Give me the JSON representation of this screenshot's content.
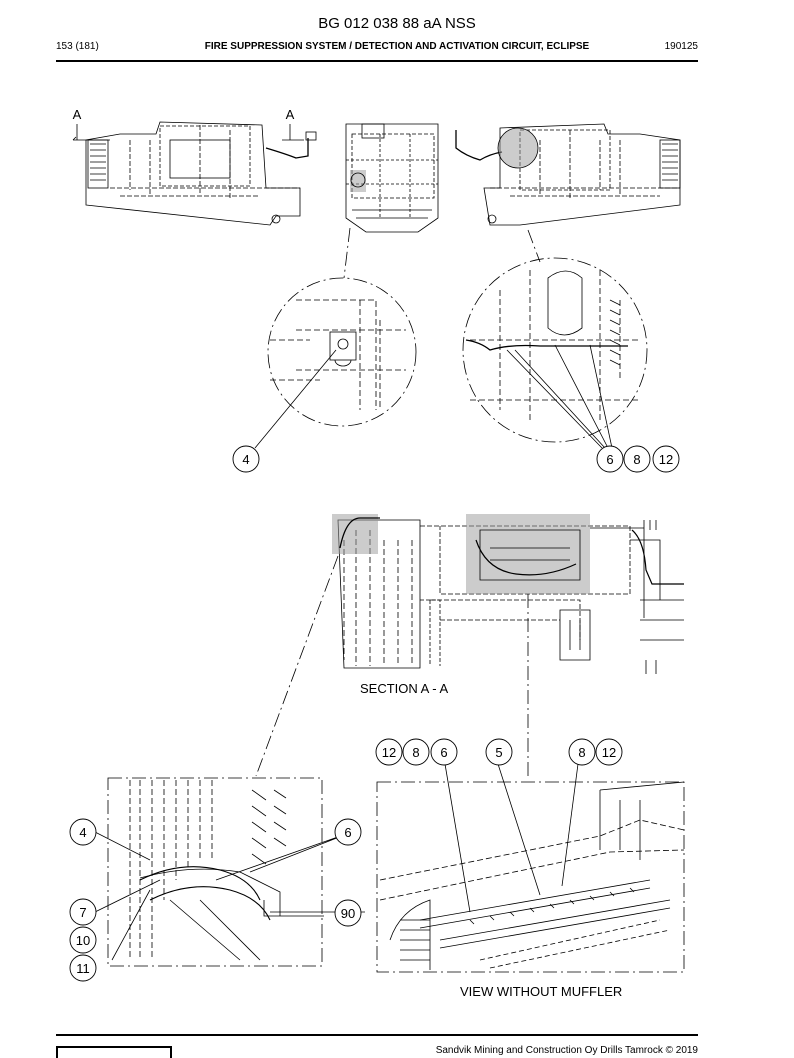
{
  "header": {
    "doc_id": "BG 012 038 88 aA NSS",
    "page": "153 (181)",
    "title": "FIRE SUPPRESSION SYSTEM / DETECTION AND ACTIVATION CIRCUIT, ECLIPSE",
    "date_code": "190125"
  },
  "section_marks": {
    "left": "A",
    "right": "A"
  },
  "callouts": {
    "c4_top": "4",
    "c6_top": "6",
    "c8_top": "8",
    "c12_top": "12",
    "c12_mid": "12",
    "c8_mid": "8",
    "c6_mid": "6",
    "c5_mid": "5",
    "c8_mid_r": "8",
    "c12_mid_r": "12",
    "c4_bl": "4",
    "c6_bl": "6",
    "c7_bl": "7",
    "c90_bl": "90",
    "c10_bl": "10",
    "c11_bl": "11"
  },
  "captions": {
    "section": "SECTION A - A",
    "view": "VIEW WITHOUT MUFFLER"
  },
  "footer": {
    "copyright": "Sandvik Mining and Construction Oy Drills Tamrock © 2019"
  }
}
